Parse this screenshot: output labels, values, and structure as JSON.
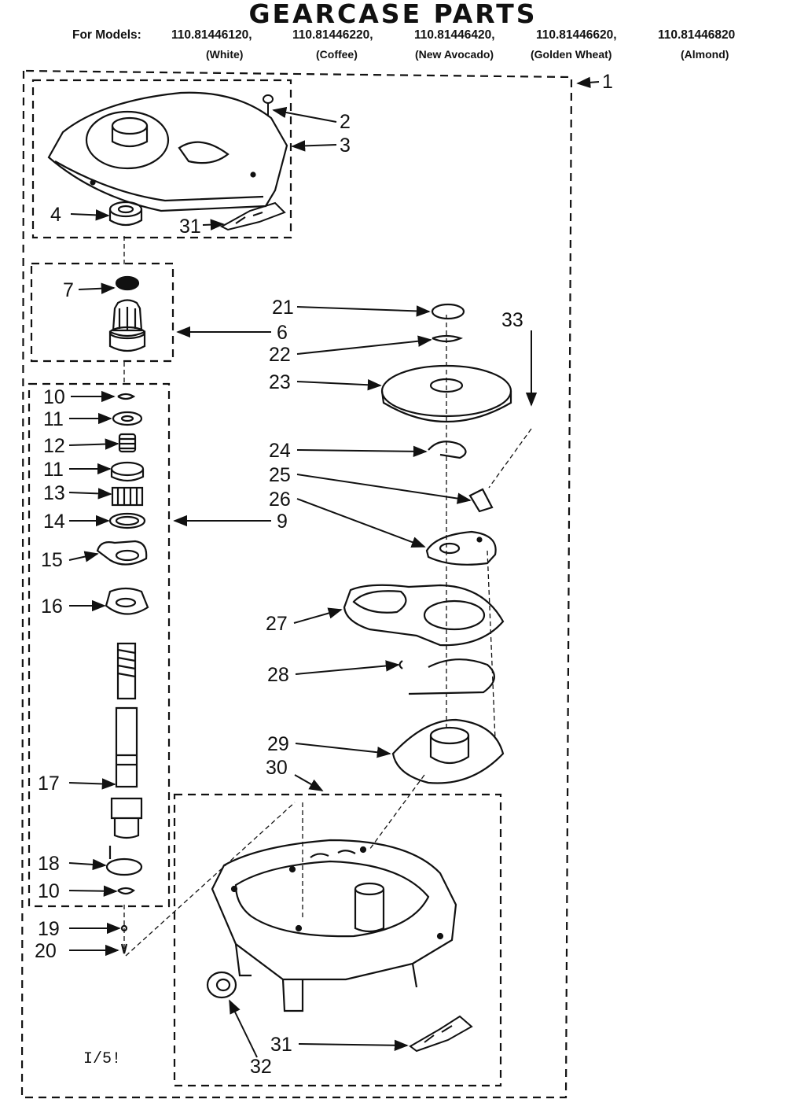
{
  "title": "GEARCASE PARTS",
  "models": {
    "prefix": "For Models:",
    "list": [
      "110.81446120,",
      "110.81446220,",
      "110.81446420,",
      "110.81446620,",
      "110.81446820"
    ],
    "colors": [
      "(White)",
      "(Coffee)",
      "(New Avocado)",
      "(Golden Wheat)",
      "(Almond)"
    ]
  },
  "labels": {
    "l1": "1",
    "l2": "2",
    "l3": "3",
    "l4": "4",
    "l6": "6",
    "l7": "7",
    "l9": "9",
    "l10a": "10",
    "l10b": "10",
    "l11a": "11",
    "l11b": "11",
    "l12": "12",
    "l13": "13",
    "l14": "14",
    "l15": "15",
    "l16": "16",
    "l17": "17",
    "l18": "18",
    "l19": "19",
    "l20": "20",
    "l21": "21",
    "l22": "22",
    "l23": "23",
    "l24": "24",
    "l25": "25",
    "l26": "26",
    "l27": "27",
    "l28": "28",
    "l29": "29",
    "l30": "30",
    "l31a": "31",
    "l31b": "31",
    "l32": "32",
    "l33": "33"
  },
  "note": "I/5!"
}
